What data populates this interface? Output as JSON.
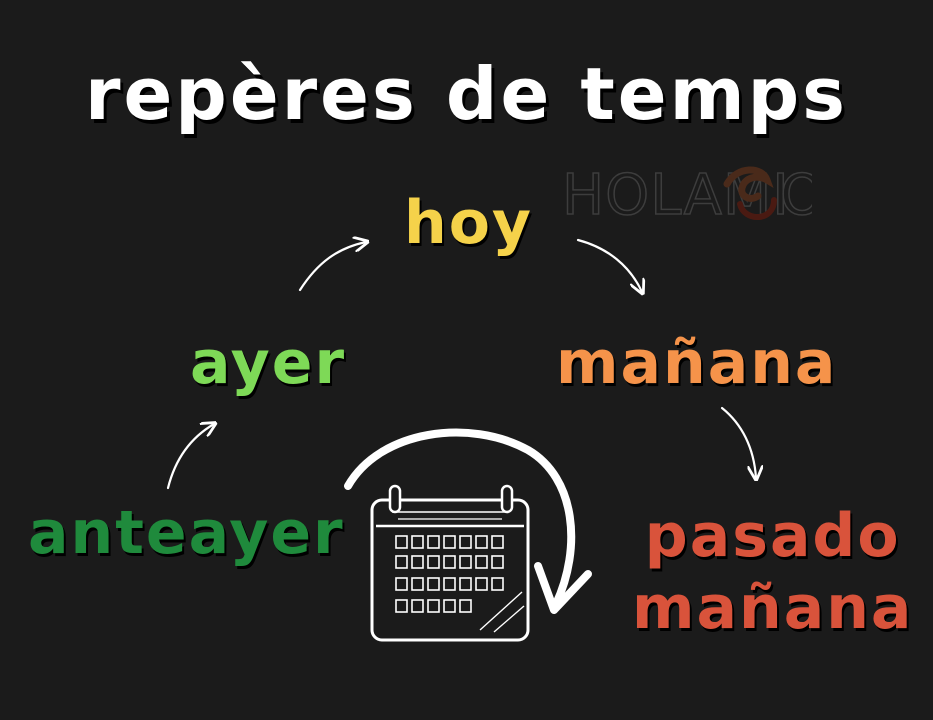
{
  "title": "repères de temps",
  "watermark": {
    "text": "HOLAMI",
    "trail": "O",
    "icon": "mustache-icon",
    "color": "#3a3a3a"
  },
  "words": {
    "hoy": {
      "text": "hoy",
      "color": "#f5d24a"
    },
    "ayer": {
      "text": "ayer",
      "color": "#7ed957"
    },
    "manana": {
      "text": "mañana",
      "color": "#f5934a"
    },
    "anteayer": {
      "text": "anteayer",
      "color": "#1f8a3c"
    },
    "pasado_line1": {
      "text": "pasado",
      "color": "#d9533b"
    },
    "pasado_line2": {
      "text": "mañana",
      "color": "#d9533b"
    }
  },
  "icons": {
    "calendar": "calendar-icon",
    "cycle_arrow": "circular-arrow-icon"
  },
  "colors": {
    "background": "#1b1b1b",
    "line": "#ffffff"
  }
}
